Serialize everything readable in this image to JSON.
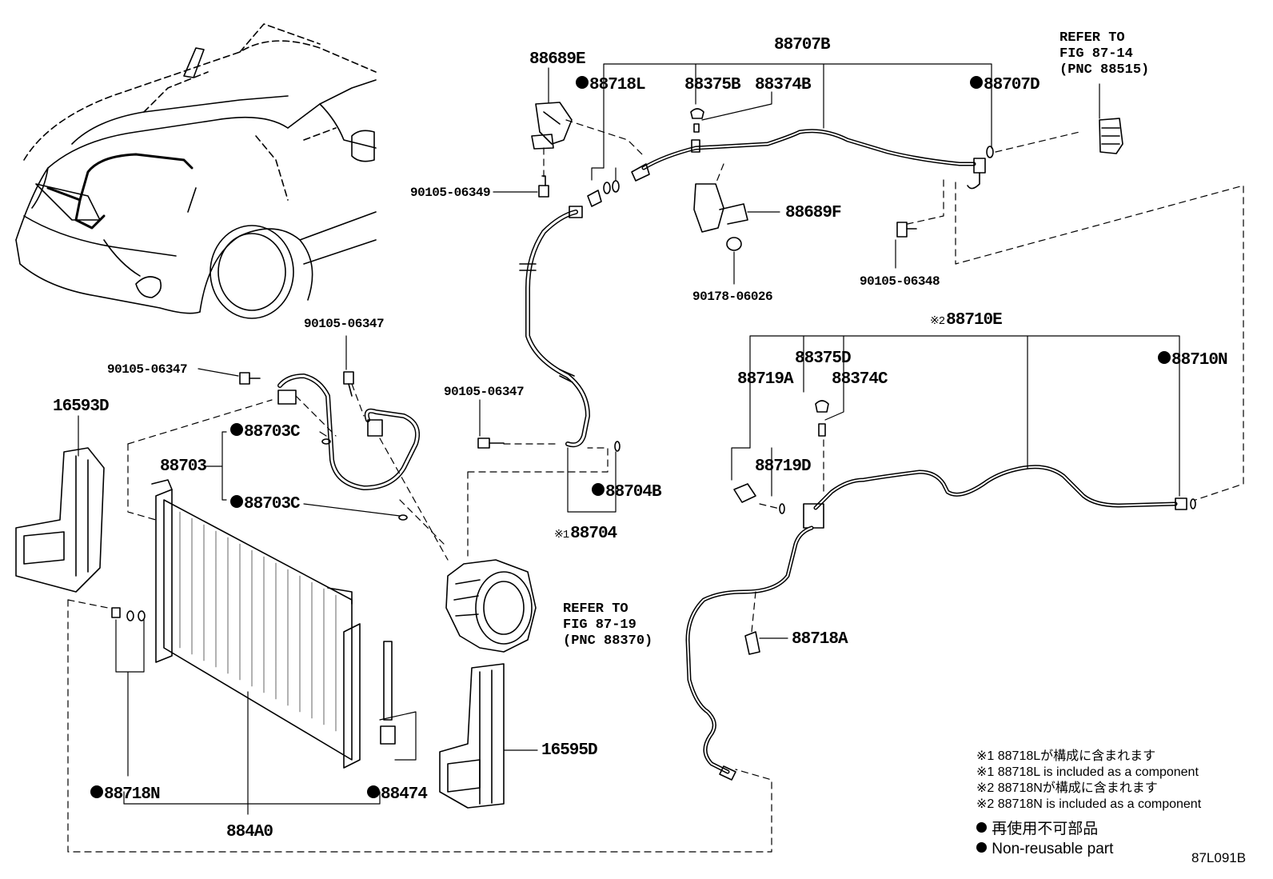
{
  "labels": {
    "p88689E": "88689E",
    "p88707B": "88707B",
    "refer_top": [
      "REFER TO",
      "FIG 87-14",
      "(PNC 88515)"
    ],
    "p88718L": "88718L",
    "p88375B": "88375B",
    "p88374B": "88374B",
    "p88707D": "88707D",
    "p90105_06349": "90105-06349",
    "p88689F": "88689F",
    "p90105_06348": "90105-06348",
    "p90178_06026": "90178-06026",
    "p88710E": "88710E",
    "p90105_06347_a": "90105-06347",
    "p90105_06347_b": "90105-06347",
    "p88375D": "88375D",
    "p88710N": "88710N",
    "p88719A": "88719A",
    "p88374C": "88374C",
    "p90105_06347_c": "90105-06347",
    "p16593D": "16593D",
    "p88703C_a": "88703C",
    "p88703": "88703",
    "p88719D": "88719D",
    "p88704B": "88704B",
    "p88703C_b": "88703C",
    "p88704": "88704",
    "refer_mid": [
      "REFER TO",
      "FIG 87-19",
      "(PNC 88370)"
    ],
    "p88718A": "88718A",
    "p16595D": "16595D",
    "p88718N": "88718N",
    "p88474": "88474",
    "p884A0": "884A0",
    "figure_id": "87L091B"
  },
  "marks": {
    "m1": "※1",
    "m2": "※2"
  },
  "notes": [
    "※1 88718Lが構成に含まれます",
    "※1 88718L is included as a component",
    "※2 88718Nが構成に含まれます",
    "※2 88718N is included as a component"
  ],
  "legend": {
    "jp": "再使用不可部品",
    "en": "Non-reusable part"
  }
}
